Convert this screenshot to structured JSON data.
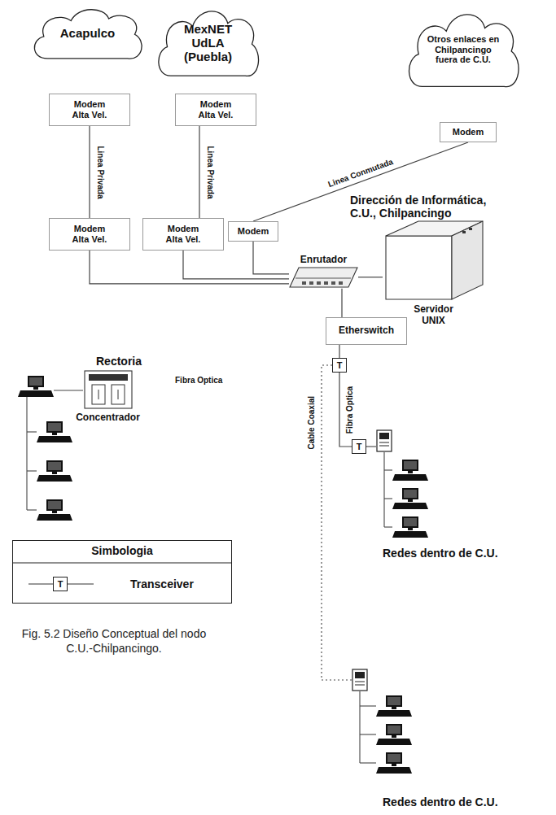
{
  "diagram": {
    "caption": "Fig. 5.2 Diseño Conceptual del nodo C.U.-Chilpancingo.",
    "nodes": [
      {
        "text": [
          "Acapulco"
        ]
      },
      {
        "text": [
          "MexNET UdLA (Puebla)"
        ]
      },
      {
        "text": [
          "Otros enlaces en Chilpancingo fuera de C.U."
        ]
      },
      {
        "text": [
          "Modem Alta Vel."
        ]
      },
      {
        "text": [
          "Modem Alta Vel."
        ]
      },
      {
        "text": [
          "Modem"
        ]
      },
      {
        "text": [
          "Modem Alta Vel."
        ]
      },
      {
        "text": [
          "Modem Alta Vel."
        ]
      },
      {
        "text": [
          "Modem"
        ]
      },
      {
        "text": [
          "Enrutador"
        ]
      },
      {
        "text": [
          "Servidor UNIX"
        ]
      },
      {
        "text": [
          "Etherswitch"
        ]
      },
      {
        "text": [
          "T"
        ]
      },
      {
        "text": [
          "T"
        ]
      },
      {
        "text": [
          "Concentrador"
        ]
      }
    ],
    "edges": [
      {
        "from": 3,
        "to": 6,
        "label": "Linea Privada",
        "arrow": "none"
      },
      {
        "from": 4,
        "to": 7,
        "label": "Linea Privada",
        "arrow": "none"
      },
      {
        "from": 5,
        "to": 8,
        "label": "Linea Conmutada",
        "arrow": "none"
      },
      {
        "from": 6,
        "to": 9,
        "arrow": "none"
      },
      {
        "from": 7,
        "to": 9,
        "arrow": "none"
      },
      {
        "from": 8,
        "to": 9,
        "arrow": "none"
      },
      {
        "from": 9,
        "to": 10,
        "arrow": "none"
      },
      {
        "from": 9,
        "to": 11,
        "arrow": "none"
      },
      {
        "from": 11,
        "to": 12,
        "arrow": "none"
      },
      {
        "from": 12,
        "to": 13,
        "label": "Fibra Optica",
        "arrow": "none"
      }
    ],
    "labels": [
      "Dirección de Informática, C.U., Chilpancingo",
      "Rectoria",
      "Fibra Optica",
      "Cable Coaxial",
      "Redes dentro de C.U.",
      "Redes dentro de C.U.",
      "Simbologia",
      "T"
    ],
    "legend": [
      {
        "text": "Transceiver"
      }
    ]
  }
}
